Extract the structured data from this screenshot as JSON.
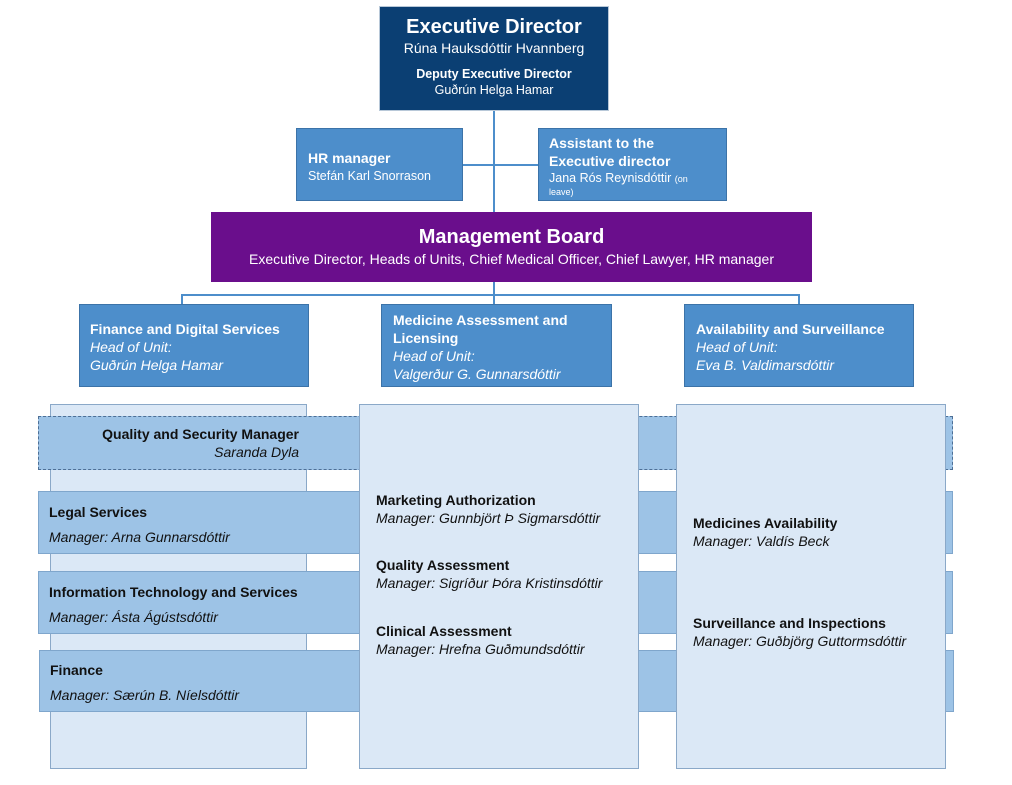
{
  "executive": {
    "title": "Executive Director",
    "name": "Rúna Hauksdóttir Hvannberg",
    "deputy_title": "Deputy Executive Director",
    "deputy_name": "Guðrún Helga Hamar"
  },
  "hr": {
    "title": "HR manager",
    "name": "Stefán Karl Snorrason"
  },
  "assistant": {
    "title_line1": "Assistant to the",
    "title_line2": "Executive director",
    "name": "Jana Rós Reynisdóttir",
    "note_line1": "(on",
    "note_line2": "leave)"
  },
  "board": {
    "title": "Management Board",
    "members": "Executive Director, Heads of Units, Chief Medical Officer, Chief Lawyer, HR manager"
  },
  "units": [
    {
      "title_line1": "Finance and Digital Services",
      "title_line2": "",
      "head_label": "Head of Unit:",
      "head": "Guðrún Helga Hamar"
    },
    {
      "title_line1": "Medicine Assessment and",
      "title_line2": "Licensing",
      "head_label": "Head of Unit:",
      "head": "Valgerður G. Gunnarsdóttir"
    },
    {
      "title_line1": "Availability and Surveillance",
      "title_line2": "",
      "head_label": "Head of Unit:",
      "head": "Eva B. Valdimarsdóttir"
    }
  ],
  "quality": {
    "title": "Quality and Security Manager",
    "name": "Saranda Dyla"
  },
  "finance_depts": [
    {
      "title": "Legal Services",
      "manager": "Manager: Arna Gunnarsdóttir"
    },
    {
      "title": "Information Technology and Services",
      "manager": "Manager: Ásta Ágústsdóttir"
    },
    {
      "title": "Finance",
      "manager": "Manager: Særún B. Níelsdóttir"
    }
  ],
  "assessment_depts": [
    {
      "title": "Marketing Authorization",
      "manager": "Manager: Gunnbjört Þ Sigmarsdóttir"
    },
    {
      "title": "Quality Assessment",
      "manager": "Manager: Sigríður Þóra Kristinsdóttir"
    },
    {
      "title": "Clinical Assessment",
      "manager": "Manager: Hrefna Guðmundsdóttir"
    }
  ],
  "surveillance_depts": [
    {
      "title": "Medicines Availability",
      "manager": "Manager: Valdís Beck"
    },
    {
      "title": "Surveillance and Inspections",
      "manager": "Manager: Guðbjörg Guttormsdóttir"
    }
  ],
  "colors": {
    "exec": "#0b3f73",
    "unit_blue": "#4d8ecb",
    "board_purple": "#6a0e8c",
    "pale_column": "#dbe8f6",
    "band": "#9dc3e6"
  }
}
